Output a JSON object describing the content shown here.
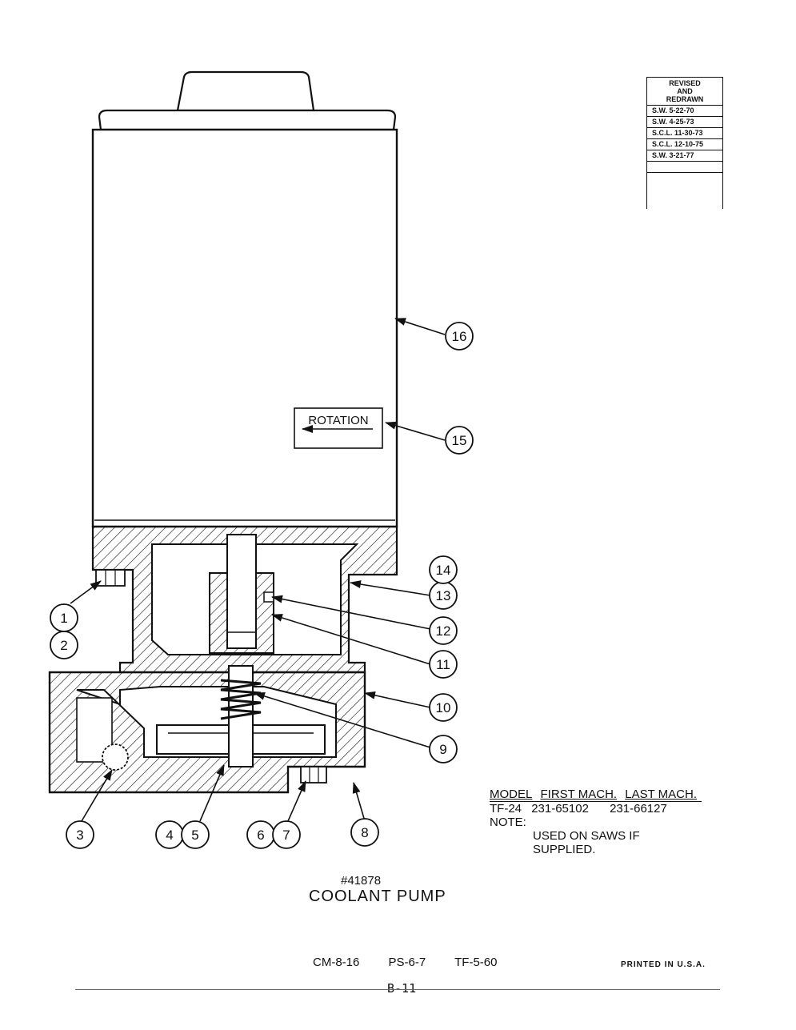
{
  "revision": {
    "heading": [
      "REVISED",
      "AND",
      "REDRAWN"
    ],
    "entries": [
      "S.W. 5-22-70",
      "S.W. 4-25-73",
      "S.C.L. 11-30-73",
      "S.C.L. 12-10-75",
      "S.W. 3-21-77"
    ]
  },
  "diagram": {
    "rotation_label": "ROTATION",
    "callouts": [
      "1",
      "2",
      "3",
      "4",
      "5",
      "6",
      "7",
      "8",
      "9",
      "10",
      "11",
      "12",
      "13",
      "14",
      "15",
      "16"
    ]
  },
  "model_info": {
    "headers": [
      "MODEL",
      "FIRST MACH.",
      "LAST MACH."
    ],
    "row": [
      "TF-24",
      "231-65102",
      "231-66127"
    ],
    "note_label": "NOTE:",
    "note_lines": [
      "USED ON SAWS IF",
      "SUPPLIED."
    ]
  },
  "caption": {
    "part_number": "#41878",
    "title": "COOLANT PUMP"
  },
  "footer": {
    "codes": [
      "CM-8-16",
      "PS-6-7",
      "TF-5-60"
    ],
    "page": "B-11",
    "printed": "PRINTED IN U.S.A."
  }
}
